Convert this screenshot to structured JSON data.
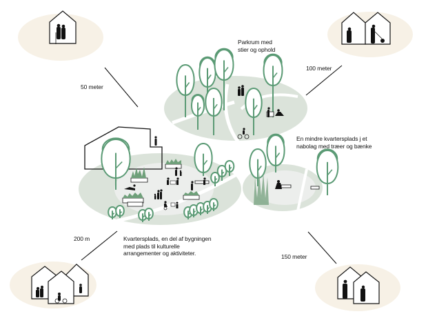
{
  "colors": {
    "ground": "#dbe3da",
    "plaza": "#eceeec",
    "tree": "#5a9a74",
    "home_bubble": "#f7f1e6",
    "ink": "#111111"
  },
  "distances": [
    {
      "id": "d50",
      "label": "50 meter"
    },
    {
      "id": "d100",
      "label": "100 meter"
    },
    {
      "id": "d150",
      "label": "150 meter"
    },
    {
      "id": "d200",
      "label": "200 m"
    }
  ],
  "captions": {
    "park": [
      "Parkrum med",
      "stier og ophold"
    ],
    "small_square": [
      "En mindre kvartersplads j et",
      "nabolag med træer og bænke"
    ],
    "square": [
      "Kvartersplads, en del af bygningen",
      "med plads til kulturelle",
      "arrangementer og aktiviteter."
    ]
  },
  "homes": [
    {
      "id": "home-top-left",
      "people": "elderly couple with cane"
    },
    {
      "id": "home-top-right",
      "people": "parent with child, person walking dog"
    },
    {
      "id": "home-bottom-left",
      "people": "family, cyclist, child"
    },
    {
      "id": "home-bottom-right",
      "people": "two adults"
    }
  ]
}
